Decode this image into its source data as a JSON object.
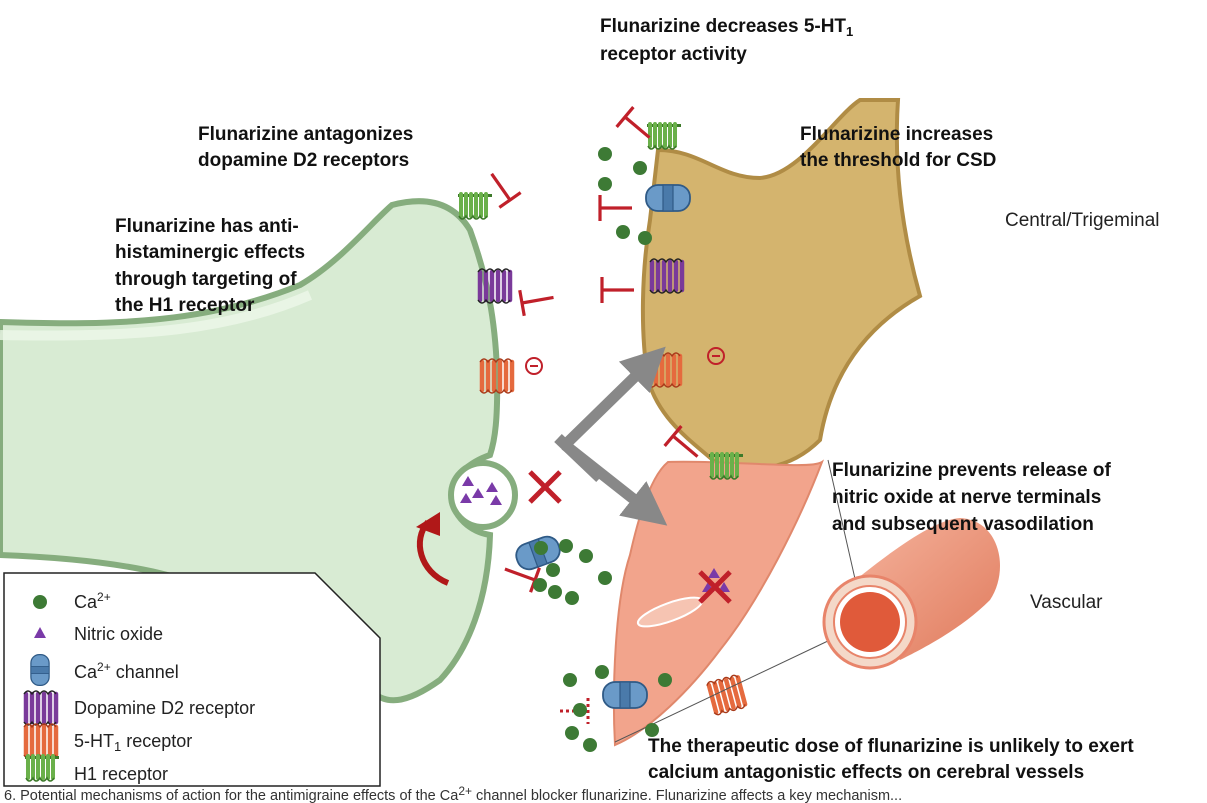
{
  "labels": {
    "d2": {
      "line1": "Flunarizine antagonizes",
      "line2": "dopamine D2 receptors"
    },
    "ht1": {
      "line1": "Flunarizine decreases 5-HT",
      "sub": "1",
      "line2": "receptor activity"
    },
    "h1": {
      "line1": "Flunarizine has anti-",
      "line2": "histaminergic effects",
      "line3": "through targeting of",
      "line4": "the H1 receptor"
    },
    "csd": {
      "line1": "Flunarizine increases",
      "line2": "the threshold for CSD"
    },
    "no": {
      "line1": "Flunarizine prevents release of",
      "line2": "nitric oxide at nerve terminals",
      "line3": "and subsequent vasodilation"
    },
    "therapeutic": {
      "line1": "The therapeutic dose of flunarizine is unlikely to exert",
      "line2": "calcium antagonistic effects on cerebral vessels"
    }
  },
  "regions": {
    "central": "Central/Trigeminal",
    "vascular": "Vascular"
  },
  "legend": [
    {
      "icon": "calcium-dot-icon",
      "text": "Ca",
      "sup": "2+"
    },
    {
      "icon": "nitric-oxide-triangle-icon",
      "text": "Nitric oxide"
    },
    {
      "icon": "calcium-channel-icon",
      "text": "Ca",
      "sup": "2+",
      "suffix": " channel"
    },
    {
      "icon": "dopamine-receptor-icon",
      "text": "Dopamine D2 receptor"
    },
    {
      "icon": "serotonin-receptor-icon",
      "text": "5-HT",
      "sub": "1",
      "suffix": " receptor"
    },
    {
      "icon": "histamine-receptor-icon",
      "text": "H1 receptor"
    }
  ],
  "caption": {
    "prefix": "6. Potential mechanisms of action for the antimigraine effects of the Ca",
    "sup": "2+",
    "suffix": " channel blocker flunarizine. Flunarizine affects a key mechanism..."
  },
  "colors": {
    "neuron_fill": "#d8ebd3",
    "neuron_stroke": "#86ad7e",
    "target_fill": "#d4b46e",
    "target_stroke": "#b08c45",
    "smooth_muscle": "#f2a48c",
    "vessel": "#e8846a",
    "calcium": "#3d7a35",
    "nitric_oxide": "#7a3aa8",
    "channel": "#6a9ac8",
    "d2": "#6a2a8a",
    "ht1": "#e0643a",
    "h1": "#5aa03a",
    "inhibit": "#c0202a",
    "arrow": "#888888"
  }
}
